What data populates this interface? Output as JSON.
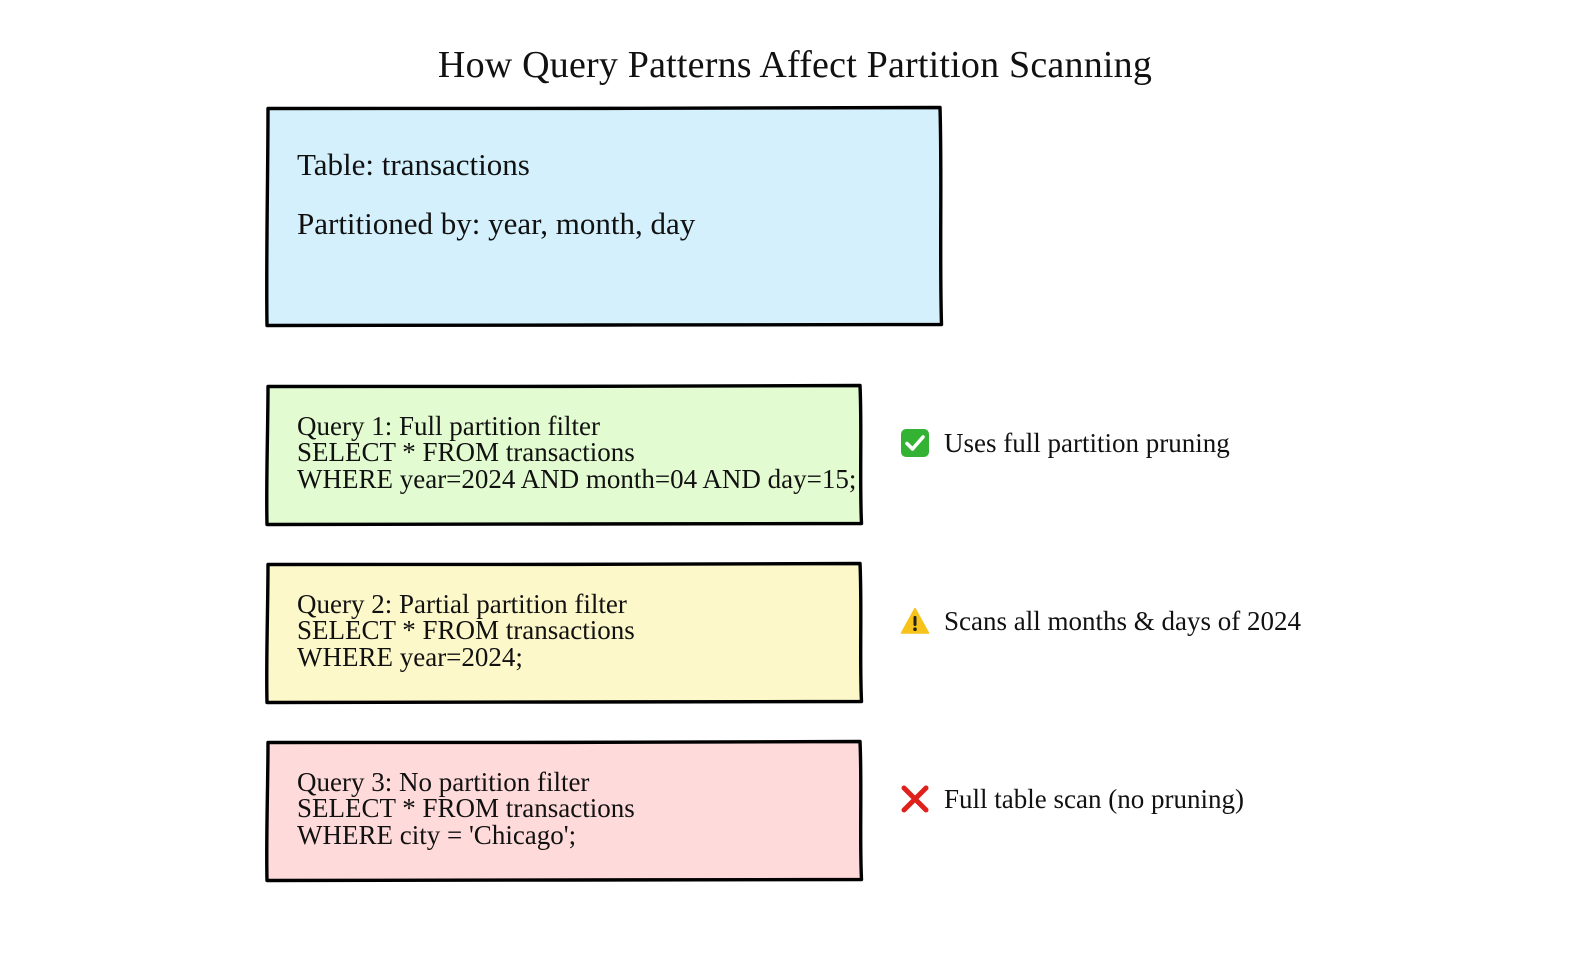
{
  "title": "How Query Patterns Affect Partition Scanning",
  "table_box": {
    "line1": "Table: transactions",
    "line2": "Partitioned by: year, month, day",
    "fill": "#d4f0fc"
  },
  "queries": [
    {
      "header": "Query 1: Full partition filter",
      "sql_line1": "SELECT * FROM transactions",
      "sql_line2": "WHERE year=2024 AND month=04 AND day=15;",
      "fill": "#e2fbd0",
      "result_icon": "check-mark-icon",
      "result_text": "Uses full partition pruning"
    },
    {
      "header": "Query 2: Partial partition filter",
      "sql_line1": "SELECT * FROM transactions",
      "sql_line2": "WHERE year=2024;",
      "fill": "#fdf8c9",
      "result_icon": "warning-icon",
      "result_text": "Scans all months & days of 2024"
    },
    {
      "header": "Query 3: No partition filter",
      "sql_line1": "SELECT * FROM transactions",
      "sql_line2": "WHERE city = 'Chicago';",
      "fill": "#ffdada",
      "result_icon": "cross-mark-icon",
      "result_text": "Full table scan (no pruning)"
    }
  ],
  "colors": {
    "stroke": "#000000",
    "check_green": "#34b233",
    "warning_yellow": "#f7c21a",
    "cross_red": "#e0201b"
  }
}
